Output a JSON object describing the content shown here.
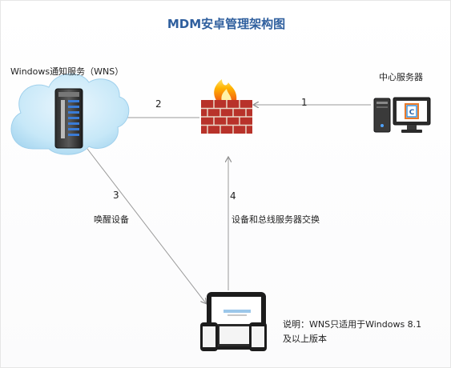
{
  "title": "MDM安卓管理架构图",
  "nodes": {
    "wns": {
      "label": "Windows通知服务（WNS）"
    },
    "center": {
      "label": "中心服务器"
    },
    "firewall": {
      "label": ""
    },
    "device": {
      "label": ""
    }
  },
  "edges": {
    "e1": {
      "label": "1"
    },
    "e2": {
      "label": "2"
    },
    "e3": {
      "label": "3",
      "desc": "唤醒设备"
    },
    "e4": {
      "label": "4",
      "desc": "设备和总线服务器交换"
    }
  },
  "note": {
    "line1": "说明：WNS只适用于Windows 8.1",
    "line2": "及以上版本"
  },
  "colors": {
    "title": "#2f5f9e",
    "arrow": "#9a9a9a",
    "cloud": "#bfe3f7",
    "brick": "#b8322a"
  }
}
